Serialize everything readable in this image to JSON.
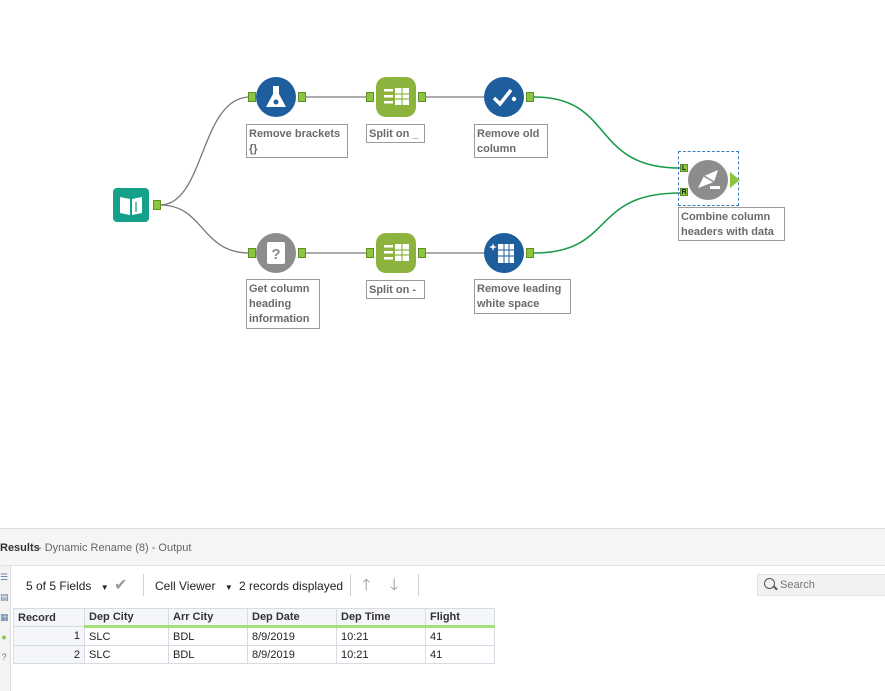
{
  "workflow": {
    "tools": [
      {
        "name": "input-data-tool",
        "icon": "book-icon",
        "color": "#15a089"
      },
      {
        "name": "remove-brackets-tool",
        "icon": "flask-icon",
        "color": "#1f5e9c",
        "label": "Remove brackets {}"
      },
      {
        "name": "split-underscore-tool",
        "icon": "text-to-columns-icon",
        "color": "#8db33f",
        "label": "Split on _"
      },
      {
        "name": "remove-old-column-tool",
        "icon": "check-select-icon",
        "color": "#1f5e9c",
        "label": "Remove old column"
      },
      {
        "name": "get-column-heading-tool",
        "icon": "question-doc-icon",
        "color": "#8c8c8c",
        "label": "Get column heading information"
      },
      {
        "name": "split-dash-tool",
        "icon": "text-to-columns-icon",
        "color": "#8db33f",
        "label": "Split on -"
      },
      {
        "name": "remove-whitespace-tool",
        "icon": "data-cleansing-icon",
        "color": "#1f5e9c",
        "label": "Remove leading white space"
      },
      {
        "name": "dynamic-rename-tool",
        "icon": "dynamic-rename-icon",
        "color": "#8c8c8c",
        "label": "Combine column headers with data"
      }
    ],
    "connection_color_default": "#7a7a7a",
    "connection_color_active": "#1a9a4a",
    "join_left_label": "L",
    "join_right_label": "R"
  },
  "results": {
    "title": "Results",
    "subtitle": "- Dynamic Rename (8) - Output",
    "fields_label": "5 of 5 Fields",
    "viewer_label": "Cell Viewer",
    "records_label": "2 records displayed",
    "search_placeholder": "Search",
    "columns": [
      "Record",
      "Dep City",
      "Arr City",
      "Dep Date",
      "Dep Time",
      "Flight"
    ],
    "rows": [
      [
        "1",
        "SLC",
        "BDL",
        "8/9/2019",
        "10:21",
        "41"
      ],
      [
        "2",
        "SLC",
        "BDL",
        "8/9/2019",
        "10:21",
        "41"
      ]
    ]
  }
}
